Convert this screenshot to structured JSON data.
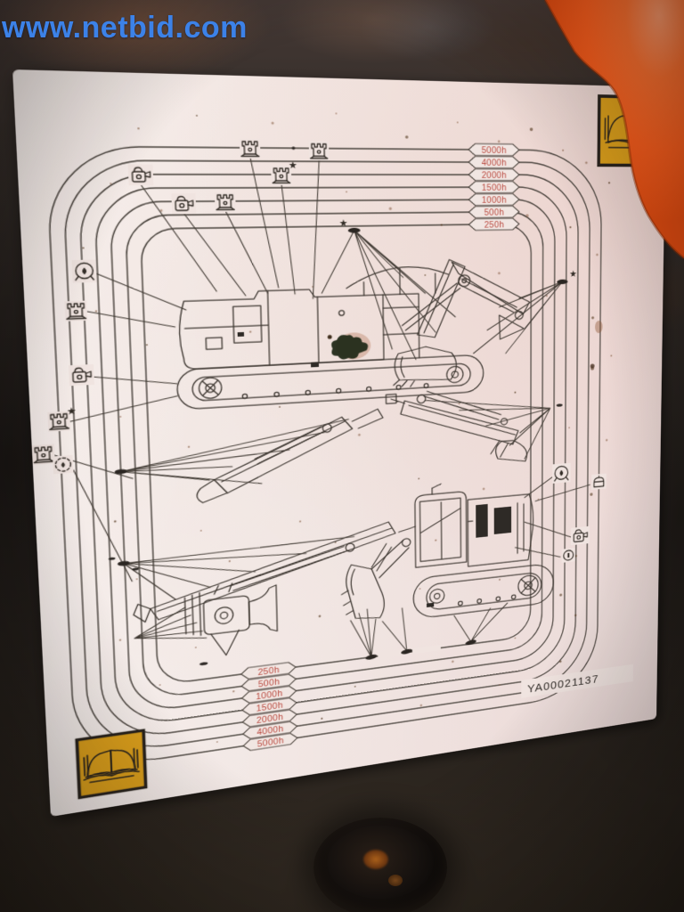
{
  "photo": {
    "watermark_text": "www.netbid.com",
    "watermark_color": "#3c82e8",
    "machine_panel_color": "#f86023"
  },
  "decal": {
    "part_number": "YA00021137",
    "card_color": "#f0e5e1",
    "line_color": "#46403a",
    "interval_text_color": "#b9493f",
    "manual_icon_color": "#db9f1c",
    "star_marker": "★",
    "intervals_right": [
      "5000h",
      "4000h",
      "2000h",
      "1500h",
      "1000h",
      "500h",
      "250h"
    ],
    "intervals_bottom": [
      "250h",
      "500h",
      "1000h",
      "1500h",
      "2000h",
      "4000h",
      "5000h"
    ],
    "icon_legend": [
      "grease-gun-icon",
      "grease-fitting-icon",
      "oil-check-icon",
      "oil-change-icon",
      "operators-manual-icon"
    ]
  }
}
